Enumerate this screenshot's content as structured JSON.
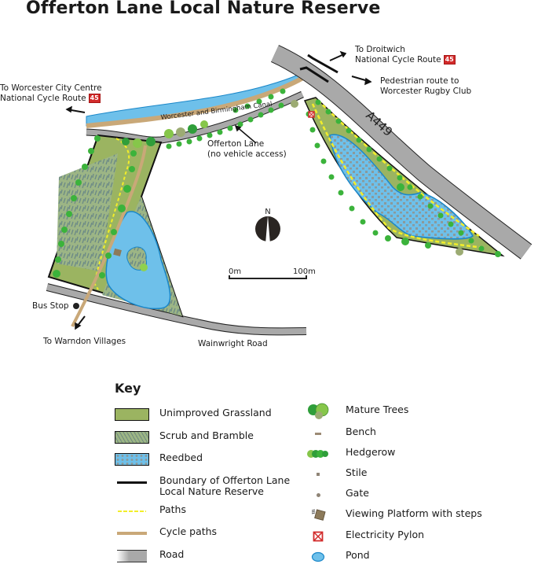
{
  "title": "Offerton Lane Local Nature Reserve",
  "labels": {
    "droitwich_line1": "To Droitwich",
    "droitwich_line2": "National Cycle Route",
    "droitwich_ncr": "45",
    "pedestrian_line1": "Pedestrian route to",
    "pedestrian_line2": "Worcester Rugby Club",
    "worcester_line1": "To Worcester City Centre",
    "worcester_line2": "National Cycle Route",
    "worcester_ncr": "45",
    "canal": "Worcester and Birmingham Canal",
    "offerton_line1": "Offerton Lane",
    "offerton_line2": "(no vehicle access)",
    "road_a449": "A449",
    "bus_stop": "Bus Stop",
    "warndon": "To Warndon Villages",
    "wainwright": "Wainwright Road",
    "north": "N",
    "scale_start": "0m",
    "scale_end": "100m"
  },
  "key": {
    "title": "Key",
    "left": [
      {
        "label": "Unimproved Grassland",
        "symbol": "grassland-swatch"
      },
      {
        "label": "Scrub and Bramble",
        "symbol": "scrub-swatch"
      },
      {
        "label": "Reedbed",
        "symbol": "reedbed-swatch"
      },
      {
        "label": "Boundary of Offerton Lane",
        "label2": "Local Nature Reserve",
        "symbol": "boundary-line"
      },
      {
        "label": "Paths",
        "symbol": "path-dashed-line"
      },
      {
        "label": "Cycle paths",
        "symbol": "cycle-path-line"
      },
      {
        "label": "Road",
        "symbol": "road-line"
      }
    ],
    "right": [
      {
        "label": "Mature Trees",
        "symbol": "mature-trees-icon"
      },
      {
        "label": "Bench",
        "symbol": "bench-icon"
      },
      {
        "label": "Hedgerow",
        "symbol": "hedgerow-icon"
      },
      {
        "label": "Stile",
        "symbol": "stile-icon"
      },
      {
        "label": "Gate",
        "symbol": "gate-icon"
      },
      {
        "label": "Viewing Platform with steps",
        "symbol": "viewing-platform-icon"
      },
      {
        "label": "Electricity Pylon",
        "symbol": "electricity-pylon-icon"
      },
      {
        "label": "Pond",
        "symbol": "pond-icon"
      }
    ]
  },
  "colors": {
    "grassland": "#9bb461",
    "scrub": "#8aa27a",
    "water": "#6ec0ea",
    "water_edge": "#1a87c9",
    "path_yellow": "#f2ee2a",
    "cycle_path": "#c9a878",
    "road": "#a9a9a9",
    "hedge": "#3bb33b",
    "tree": "#2f9e3a",
    "ncr_red": "#d22b2b"
  }
}
